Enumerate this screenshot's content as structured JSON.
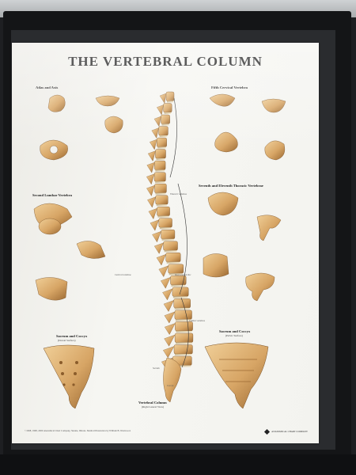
{
  "poster": {
    "title": "THE VERTEBRAL COLUMN",
    "sections": {
      "atlas_axis": "Atlas and Axis",
      "fifth_cervical": "Fifth Cervical Vertebra",
      "seventh_eleventh_thoracic": "Seventh and Eleventh Thoracic Vertebrae",
      "second_lumbar": "Second Lumbar Vertebra",
      "sacrum_coccyx_anterior": "Sacrum and Coccyx",
      "sacrum_coccyx_posterior": "Sacrum and Coccyx",
      "vertebral_column": "Vertebral Column"
    },
    "views": {
      "sacrum_left": "(Dorsal Surface)",
      "sacrum_right": "(Pelvic Surface)",
      "column": "(Right Lateral View)"
    },
    "regions": {
      "cervical": "Cervical vertebrae",
      "thoracic": "Thoracic vertebrae",
      "lumbar": "Lumbar vertebrae",
      "sacrum": "Sacrum",
      "coccyx": "Coccyx",
      "intervertebral_disc": "Intervertebral disc"
    },
    "footer": "©1998, 1998, 2000 Anatomical Chart Company, Skokie, Illinois. Medical Illustration by William B. Westwood.",
    "logo": "ANATOMICAL CHART COMPANY"
  },
  "colors": {
    "bone": "#d7a565",
    "bone_shadow": "#9c6a33",
    "bone_highlight": "#f0cf98",
    "disc": "#e8d9b8",
    "poster_bg": "#f3f3ef",
    "frame": "#141517"
  }
}
